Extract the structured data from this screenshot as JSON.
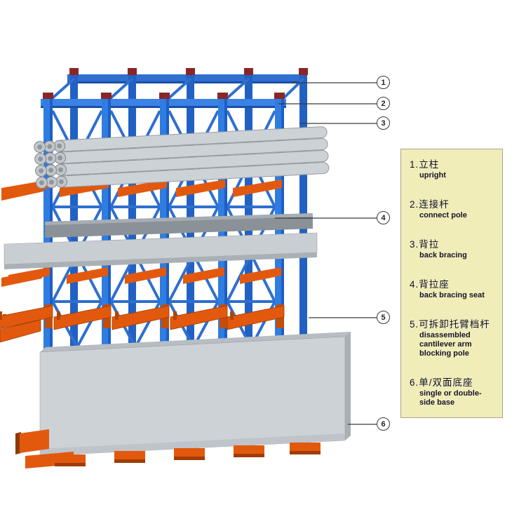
{
  "diagram": {
    "subject": "cantilever-rack-structure",
    "colors": {
      "upright_blue": "#2f7de0",
      "upright_blue_dark": "#2261c4",
      "arm_orange": "#e2590e",
      "steel_gray": "#cdd2d7",
      "legend_bg": "#f1edb9",
      "cap_red": "#8b2626"
    }
  },
  "callouts": [
    {
      "number": "1"
    },
    {
      "number": "2"
    },
    {
      "number": "3"
    },
    {
      "number": "4"
    },
    {
      "number": "5"
    },
    {
      "number": "6"
    }
  ],
  "legend": {
    "items": [
      {
        "zh": "1.立柱",
        "en": "upright"
      },
      {
        "zh": "2.连接杆",
        "en": "connect pole"
      },
      {
        "zh": "3.背拉",
        "en": "back bracing"
      },
      {
        "zh": "4.背拉座",
        "en": "back bracing seat"
      },
      {
        "zh": "5.可拆卸托臂档杆",
        "en": "disassembled cantilever arm blocking pole"
      },
      {
        "zh": "6.单/双面底座",
        "en": "single or double-side base"
      }
    ]
  }
}
